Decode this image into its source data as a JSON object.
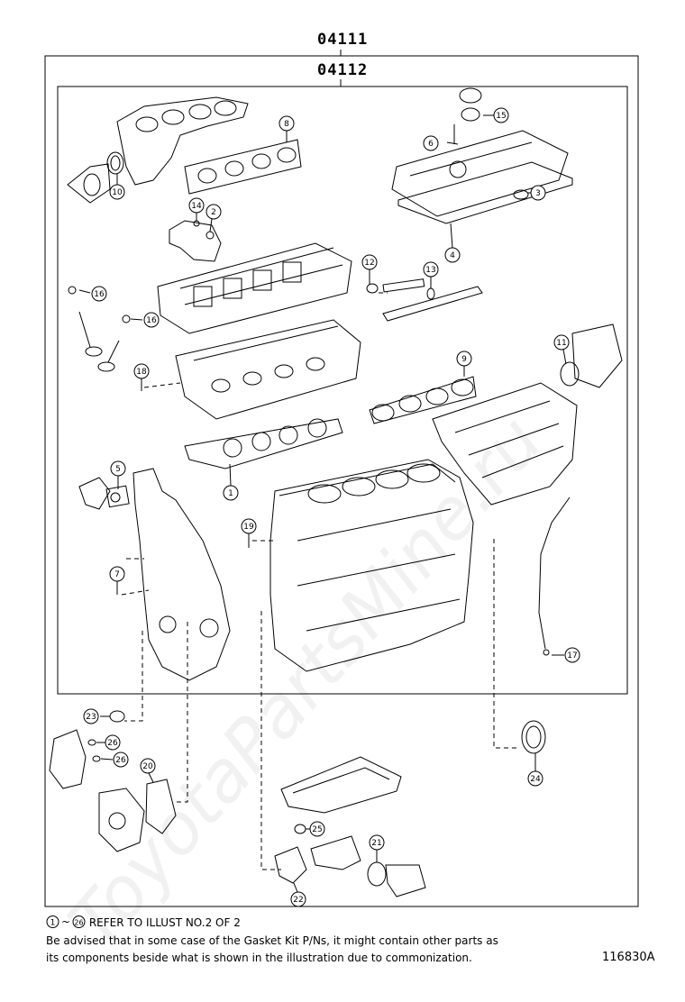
{
  "header": {
    "outer_code": "04111",
    "inner_code": "04112"
  },
  "callouts": [
    "1",
    "2",
    "3",
    "4",
    "5",
    "6",
    "7",
    "8",
    "9",
    "10",
    "11",
    "12",
    "13",
    "14",
    "15",
    "16",
    "16",
    "17",
    "18",
    "19",
    "20",
    "21",
    "22",
    "23",
    "24",
    "25",
    "26",
    "26"
  ],
  "footer": {
    "refer_range_start": "1",
    "refer_range_sep": "~",
    "refer_range_end": "26",
    "refer_text": "REFER TO ILLUST NO.2 OF 2",
    "advice_line_1": "Be advised that in some case of the Gasket Kit P/Ns,  it might contain other parts as",
    "advice_line_2": "its components beside what is shown in the illustration due to commonization.",
    "illustration_id": "116830A"
  },
  "watermark": "ToyotaPartsMine.ru"
}
